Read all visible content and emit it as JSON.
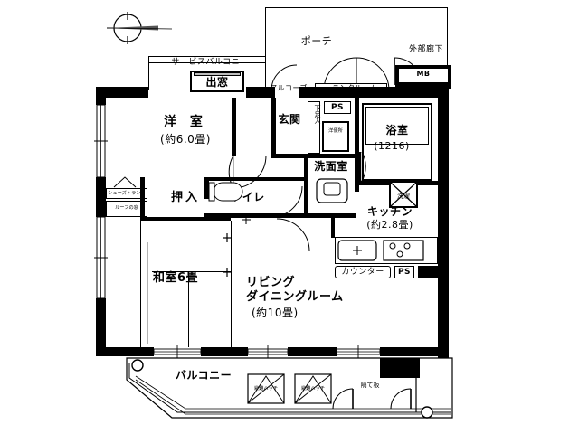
{
  "plan": {
    "title_rooms": {
      "western_room": {
        "name": "洋 室",
        "area": "(約6.0畳)"
      },
      "japanese_room": {
        "name": "和室6畳"
      },
      "living_dining": {
        "line1": "リビング",
        "line2": "ダイニングルーム",
        "area": "(約10畳)"
      },
      "kitchen": {
        "name": "キッチン",
        "area": "(約2.8畳)"
      },
      "bath": {
        "name": "浴室",
        "size": "(1216)"
      }
    },
    "labels": {
      "service_balcony": "サービスバルコニー",
      "bay_window": "出窓",
      "porch": "ポーチ",
      "exterior_corridor": "外部廊下",
      "alcove": "アルコーブ",
      "trunk_room": "トランクルーム",
      "meter_box": "MB",
      "entrance": "玄関",
      "shoe_box": "下足入",
      "pipe_shaft_top": "PS",
      "pipe_shaft_bottom": "PS",
      "toilet_small": "洋便所",
      "washroom": "洗面室",
      "closet": "押入",
      "toilet": "トイレ",
      "counter": "カウンター",
      "balcony": "バルコニー",
      "escape_hatch_1": "避難ハッチ",
      "escape_hatch_2": "避難ハッチ",
      "partition_board": "隔て板",
      "shoe_trunk": "シューズトランク",
      "storage": "ルーフの窓",
      "washer_space": "洗濯機置場"
    },
    "compass": {
      "name": "north-arrow"
    },
    "colors": {
      "wall": "#000000",
      "room_fill": "#ffffff",
      "line": "#000000"
    }
  }
}
